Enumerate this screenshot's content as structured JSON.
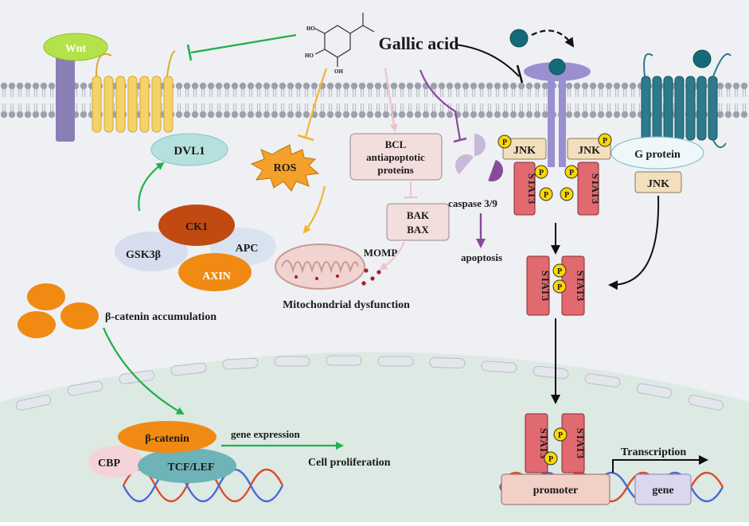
{
  "diagram": {
    "compound": "Gallic acid",
    "wnt_pathway": {
      "wnt": "Wnt",
      "dvl1": "DVL1",
      "ck1": "CK1",
      "gsk3b": "GSK3β",
      "apc": "APC",
      "axin": "AXIN",
      "accumulation": "β-catenin accumulation",
      "beta_catenin": "β-catenin",
      "cbp": "CBP",
      "tcf_lef": "TCF/LEF",
      "gene_expression": "gene expression",
      "cell_proliferation": "Cell proliferation"
    },
    "mitochondrial_pathway": {
      "ros": "ROS",
      "bcl": "BCL",
      "bcl_line2": "antiapoptotic",
      "bcl_line3": "proteins",
      "bak": "BAK",
      "bax": "BAX",
      "momp": "MOMP",
      "mito_dysfunction": "Mitochondrial dysfunction",
      "caspase": "caspase 3/9",
      "apoptosis": "apoptosis"
    },
    "stat3_pathway": {
      "jnk": "JNK",
      "stat3": "STAT3",
      "phospho": "P",
      "g_protein": "G protein",
      "promoter": "promoter",
      "gene": "gene",
      "transcription": "Transcription"
    },
    "colors": {
      "background": "#eef0f4",
      "nucleus": "#dde9e3",
      "membrane_head": "#9aa1aa",
      "wnt_ligand": "#b4e24a",
      "receptor_purple": "#8a7fb5",
      "frizzled": "#f3d36a",
      "dvl1": "#b6e0de",
      "ck1": "#c04a12",
      "gsk3b": "#d7dcef",
      "apc": "#d9e3f0",
      "axin": "#f08a12",
      "beta_catenin": "#f08a12",
      "tcf_lef": "#6db3b8",
      "cbp": "#f4d4d8",
      "stat3": "#e06a70",
      "jnk": "#f3dfbd",
      "phospho": "#ffd700",
      "promoter": "#f2cfc7",
      "gene": "#dcd6ee",
      "gpcr": "#2c7a8c",
      "arrow_green": "#22b04c",
      "arrow_orange": "#f2b430",
      "arrow_purple": "#8a4a9a",
      "arrow_pink": "#efc3c3",
      "dna_red": "#e04a2a",
      "dna_blue": "#4a6ad0"
    }
  }
}
